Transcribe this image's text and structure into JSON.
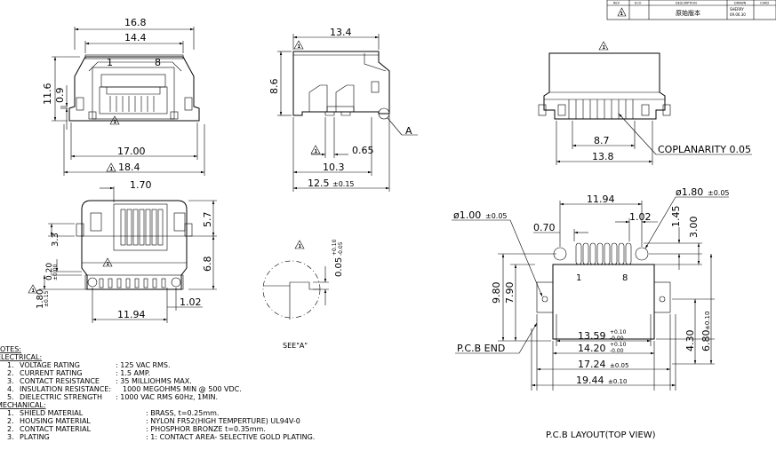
{
  "title_block": {
    "headers": [
      "REV",
      "ECO",
      "DESCRIPTION",
      "DRAWN",
      "CHKD"
    ],
    "row": {
      "rev": "",
      "eco": "",
      "description": "原始版本",
      "drawn_by": "SHERRY",
      "date": "09.06.30",
      "chkd": ""
    }
  },
  "front_view": {
    "dim_top_width": "16.8",
    "dim_inner_width": "14.4",
    "pin_first": "1",
    "pin_last": "8",
    "dim_height": "11.6",
    "dim_small_height": "0.9",
    "dim_bottom_width": "17.00",
    "dim_overall_width": "18.4"
  },
  "side_view": {
    "dim_top": "13.4",
    "dim_height": "8.6",
    "dim_small": "0.65",
    "dim_mid": "10.3",
    "dim_overall": "12.5",
    "tol_overall": "±0.15",
    "detail_ref": "A"
  },
  "bottom_view": {
    "dim_top_offset": "1.70",
    "dim_right_upper": "5.7",
    "dim_right_lower": "6.8",
    "dim_left_upper": "3.3",
    "dim_left_small": "0.20",
    "dim_left_small_tol": "±0.00",
    "dim_left_lower": "1.80",
    "dim_left_lower_tol": "±0.15",
    "dim_bottom_width": "11.94",
    "dim_bottom_small": "1.02"
  },
  "detail_a": {
    "dim": "0.05",
    "tol_plus": "+0.10",
    "tol_minus": "-0.05",
    "caption": "SEE\"A\""
  },
  "rear_view": {
    "dim_inner": "8.7",
    "dim_overall": "13.8",
    "coplanarity": "COPLANARITY  0.05"
  },
  "pcb_layout": {
    "dim_pitch_span": "11.94",
    "dim_pad_offset": "1.02",
    "dim_left_hole": "0.70",
    "left_hole_dia": "ø1.00",
    "left_hole_tol": "±0.05",
    "right_hole_dia": "ø1.80",
    "right_hole_tol": "±0.05",
    "dim_v1": "1.45",
    "dim_v2": "3.00",
    "dim_left_v1": "9.80",
    "dim_left_v2": "7.90",
    "pin_first": "1",
    "pin_last": "8",
    "dim_w1": "13.59",
    "dim_w1_tol_plus": "+0.10",
    "dim_w1_tol_minus": "-0.00",
    "dim_w2": "14.20",
    "dim_w2_tol_plus": "+0.10",
    "dim_w2_tol_minus": "-0.00",
    "dim_w3": "17.24",
    "dim_w3_tol": "±0.05",
    "dim_w4": "19.44",
    "dim_w4_tol": "±0.10",
    "dim_r1": "4.30",
    "dim_r2": "6.80",
    "dim_r2_tol": "±0.10",
    "pcb_end_label": "P.C.B  END",
    "caption": "P.C.B   LAYOUT(TOP  VIEW)"
  },
  "notes": {
    "heading": "NOTES:",
    "electrical_heading": "ELECTRICAL:",
    "electrical": [
      {
        "num": "1.",
        "name": "VOLTAGE  RATING",
        "value": ":  125  VAC  RMS."
      },
      {
        "num": "2.",
        "name": "CURRENT  RATING",
        "value": ":  1.5  AMP."
      },
      {
        "num": "3.",
        "name": "CONTACT  RESISTANCE",
        "value": ":  35  MILLIOHMS  MAX."
      },
      {
        "num": "4.",
        "name": "INSULATION  RESISTANCE:",
        "value": "1000  MEGOHMS  MIN  @  500  VDC."
      },
      {
        "num": "5.",
        "name": "DIELECTRIC  STRENGTH",
        "value": ":  1000  VAC  RMS  60Hz,  1MIN."
      }
    ],
    "mechanical_heading": "MECHANICAL:",
    "mechanical": [
      {
        "num": "1.",
        "name": "SHIELD  MATERIAL",
        "value": ":  BRASS,  t=0.25mm."
      },
      {
        "num": "2.",
        "name": "HOUSING  MATERIAL",
        "value": ":  NYLON  FR52(HIGH  TEMPERTURE)  UL94V-0"
      },
      {
        "num": "2.",
        "name": "CONTACT  MATERIAL",
        "value": ":  PHOSPHOR  BRONZE  t=0.35mm."
      },
      {
        "num": "3.",
        "name": "PLATING",
        "value": ":  1:  CONTACT  AREA-  SELECTIVE  GOLD  PLATING."
      }
    ]
  }
}
